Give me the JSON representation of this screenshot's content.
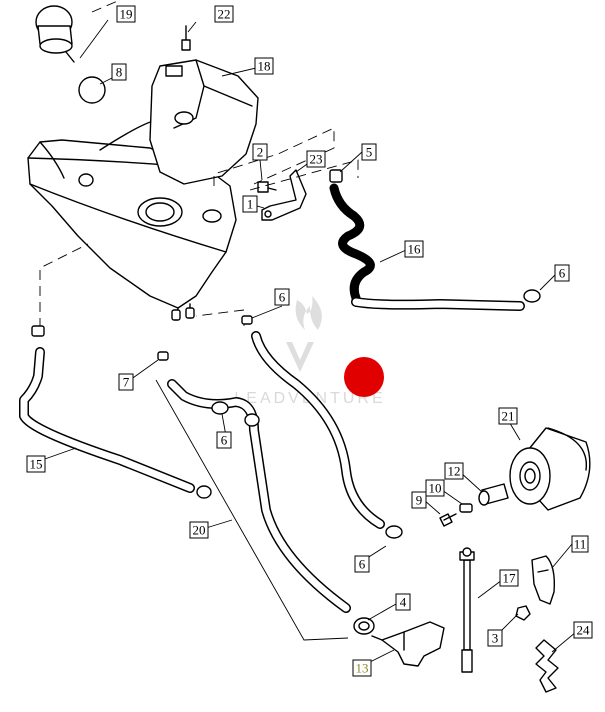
{
  "callouts": [
    {
      "id": "c19a",
      "label": "19"
    },
    {
      "id": "c22",
      "label": "22"
    },
    {
      "id": "c8",
      "label": "8"
    },
    {
      "id": "c18",
      "label": "18"
    },
    {
      "id": "c2",
      "label": "2"
    },
    {
      "id": "c23",
      "label": "23"
    },
    {
      "id": "c5",
      "label": "5"
    },
    {
      "id": "c1",
      "label": "1"
    },
    {
      "id": "c16",
      "label": "16"
    },
    {
      "id": "c6a",
      "label": "6"
    },
    {
      "id": "c6b",
      "label": "6"
    },
    {
      "id": "c7",
      "label": "7"
    },
    {
      "id": "c6c",
      "label": "6"
    },
    {
      "id": "c15",
      "label": "15"
    },
    {
      "id": "c21",
      "label": "21"
    },
    {
      "id": "c12",
      "label": "12"
    },
    {
      "id": "c10",
      "label": "10"
    },
    {
      "id": "c9",
      "label": "9"
    },
    {
      "id": "c20",
      "label": "20"
    },
    {
      "id": "c6d",
      "label": "6"
    },
    {
      "id": "c11",
      "label": "11"
    },
    {
      "id": "c17",
      "label": "17"
    },
    {
      "id": "c4",
      "label": "4"
    },
    {
      "id": "c3",
      "label": "3"
    },
    {
      "id": "c24",
      "label": "24"
    },
    {
      "id": "c13",
      "label": "13"
    }
  ],
  "watermark": {
    "text": "LEADVENTURE"
  },
  "marker": {
    "color": "#e00000"
  }
}
